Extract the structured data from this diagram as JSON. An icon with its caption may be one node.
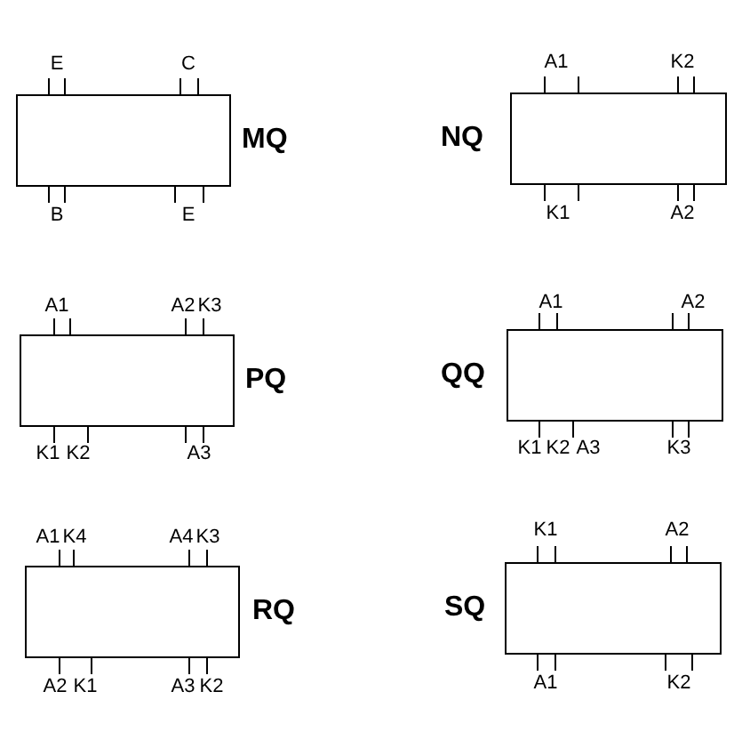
{
  "diagram": {
    "nodes": [
      {
        "text": [],
        "shape": "box",
        "beside": [
          "MQ",
          "E",
          "C",
          "B",
          "E"
        ]
      },
      {
        "text": [],
        "shape": "box",
        "beside": [
          "NQ",
          "A1",
          "K2",
          "K1",
          "A2"
        ]
      },
      {
        "text": [],
        "shape": "box",
        "beside": [
          "PQ",
          "A1",
          "A2",
          "K3",
          "K1",
          "K2",
          "A3"
        ]
      },
      {
        "text": [],
        "shape": "box",
        "beside": [
          "QQ",
          "A1",
          "A2",
          "K1",
          "K2",
          "A3",
          "K3"
        ]
      },
      {
        "text": [],
        "shape": "box",
        "beside": [
          "RQ",
          "A1",
          "K4",
          "A4",
          "K3",
          "A2",
          "K1",
          "A3",
          "K2"
        ]
      },
      {
        "text": [],
        "shape": "box",
        "beside": [
          "SQ",
          "K1",
          "A2",
          "A1",
          "K2"
        ]
      }
    ]
  }
}
